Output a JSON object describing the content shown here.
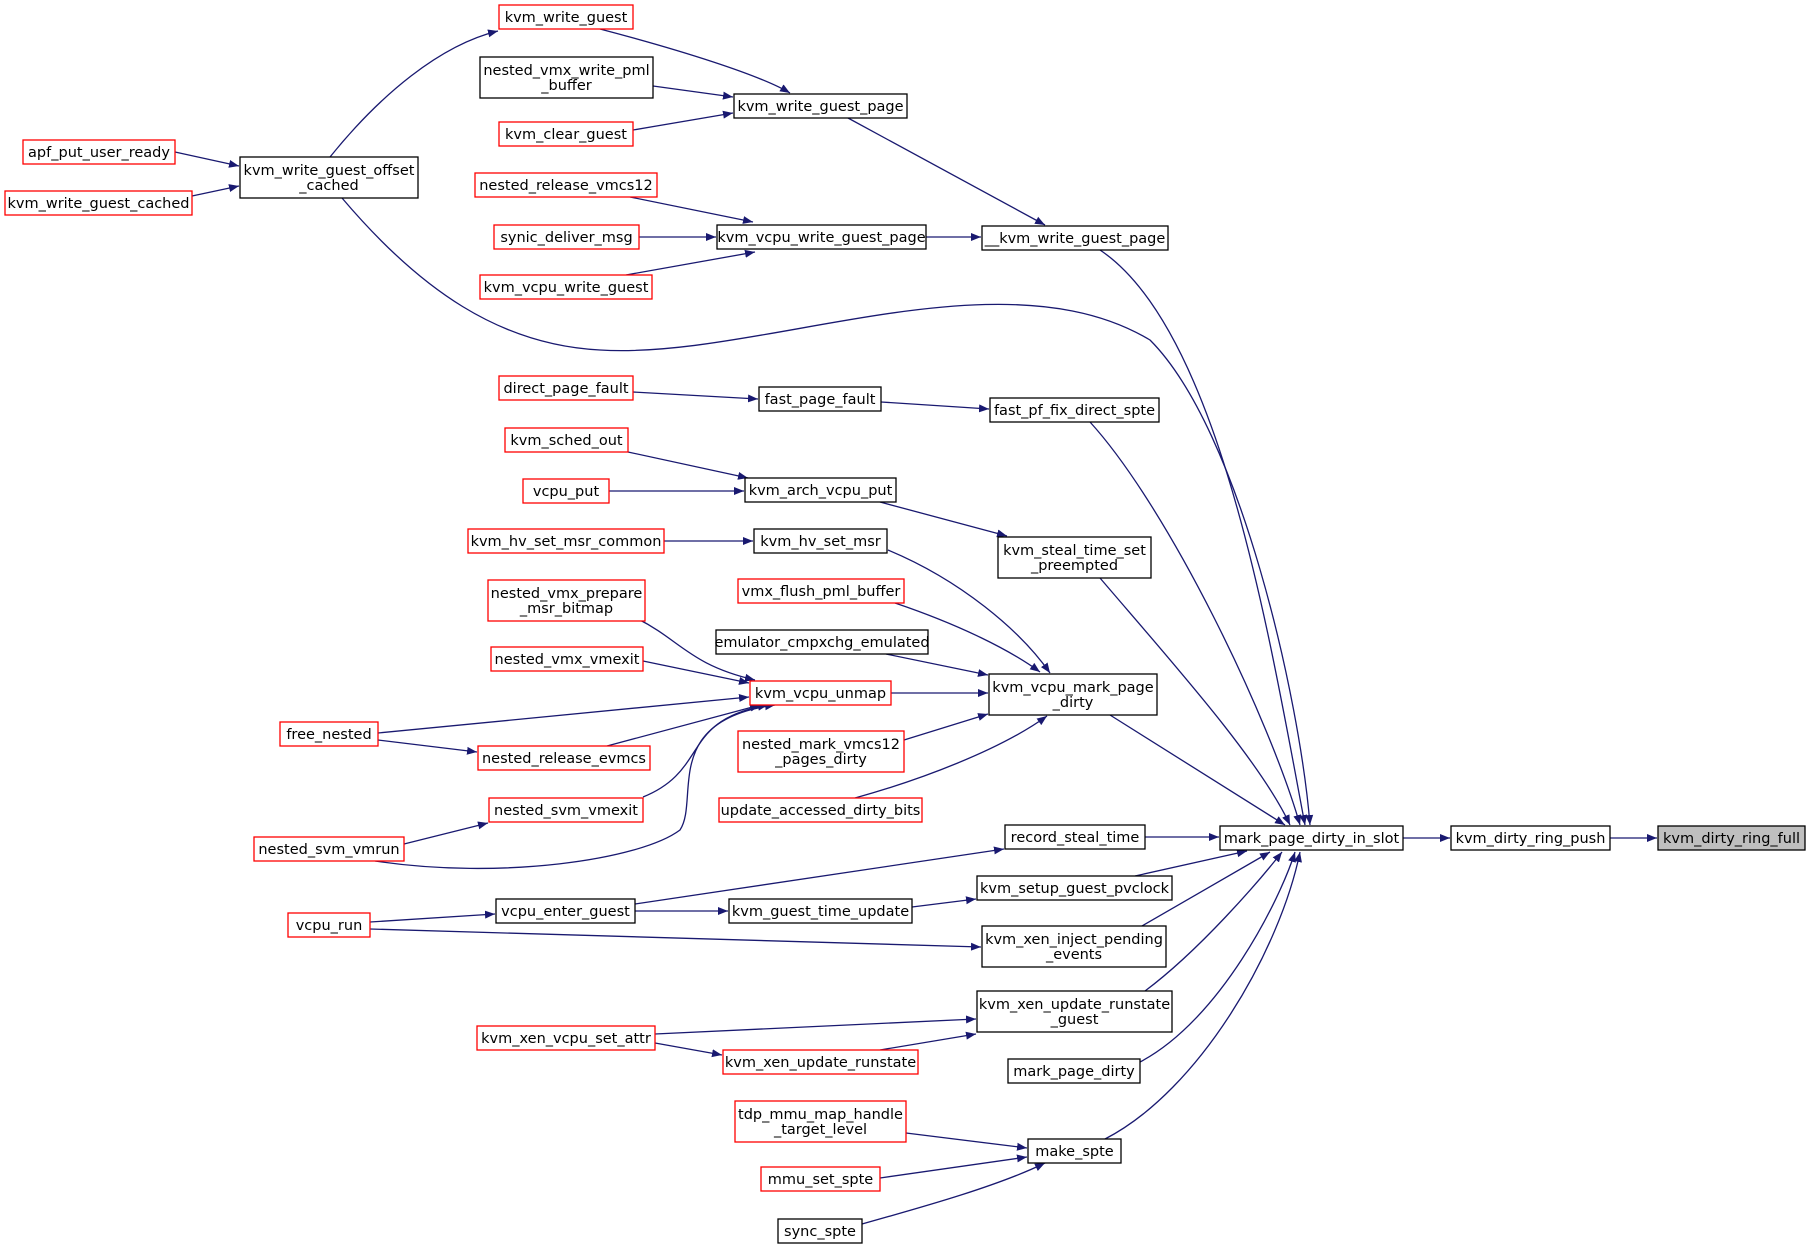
{
  "colors": {
    "edge": "#191970",
    "border_documented": "#000000",
    "border_undocumented": "#ff0000",
    "focus_fill": "#bfbfbf",
    "node_fill": "#ffffff"
  },
  "nodes": [
    {
      "id": "kvm_dirty_ring_full",
      "lines": [
        "kvm_dirty_ring_full"
      ],
      "style": "focus"
    },
    {
      "id": "kvm_dirty_ring_push",
      "lines": [
        "kvm_dirty_ring_push"
      ],
      "style": "black"
    },
    {
      "id": "mark_page_dirty_in_slot",
      "lines": [
        "mark_page_dirty_in_slot"
      ],
      "style": "black"
    },
    {
      "id": "__kvm_write_guest_page",
      "lines": [
        "__kvm_write_guest_page"
      ],
      "style": "black"
    },
    {
      "id": "kvm_write_guest_page",
      "lines": [
        "kvm_write_guest_page"
      ],
      "style": "black"
    },
    {
      "id": "kvm_write_guest",
      "lines": [
        "kvm_write_guest"
      ],
      "style": "red"
    },
    {
      "id": "nested_vmx_write_pml_buffer",
      "lines": [
        "nested_vmx_write_pml",
        "_buffer"
      ],
      "style": "black"
    },
    {
      "id": "kvm_clear_guest",
      "lines": [
        "kvm_clear_guest"
      ],
      "style": "red"
    },
    {
      "id": "kvm_vcpu_write_guest_page",
      "lines": [
        "kvm_vcpu_write_guest_page"
      ],
      "style": "black"
    },
    {
      "id": "nested_release_vmcs12",
      "lines": [
        "nested_release_vmcs12"
      ],
      "style": "red"
    },
    {
      "id": "synic_deliver_msg",
      "lines": [
        "synic_deliver_msg"
      ],
      "style": "red"
    },
    {
      "id": "kvm_vcpu_write_guest",
      "lines": [
        "kvm_vcpu_write_guest"
      ],
      "style": "red"
    },
    {
      "id": "kvm_write_guest_offset_cached",
      "lines": [
        "kvm_write_guest_offset",
        "_cached"
      ],
      "style": "black"
    },
    {
      "id": "apf_put_user_ready",
      "lines": [
        "apf_put_user_ready"
      ],
      "style": "red"
    },
    {
      "id": "kvm_write_guest_cached",
      "lines": [
        "kvm_write_guest_cached"
      ],
      "style": "red"
    },
    {
      "id": "fast_pf_fix_direct_spte",
      "lines": [
        "fast_pf_fix_direct_spte"
      ],
      "style": "black"
    },
    {
      "id": "fast_page_fault",
      "lines": [
        "fast_page_fault"
      ],
      "style": "black"
    },
    {
      "id": "direct_page_fault",
      "lines": [
        "direct_page_fault"
      ],
      "style": "red"
    },
    {
      "id": "kvm_steal_time_set_preempted",
      "lines": [
        "kvm_steal_time_set",
        "_preempted"
      ],
      "style": "black"
    },
    {
      "id": "kvm_arch_vcpu_put",
      "lines": [
        "kvm_arch_vcpu_put"
      ],
      "style": "black"
    },
    {
      "id": "kvm_sched_out",
      "lines": [
        "kvm_sched_out"
      ],
      "style": "red"
    },
    {
      "id": "vcpu_put",
      "lines": [
        "vcpu_put"
      ],
      "style": "red"
    },
    {
      "id": "kvm_vcpu_mark_page_dirty",
      "lines": [
        "kvm_vcpu_mark_page",
        "_dirty"
      ],
      "style": "black"
    },
    {
      "id": "kvm_hv_set_msr",
      "lines": [
        "kvm_hv_set_msr"
      ],
      "style": "black"
    },
    {
      "id": "kvm_hv_set_msr_common",
      "lines": [
        "kvm_hv_set_msr_common"
      ],
      "style": "red"
    },
    {
      "id": "vmx_flush_pml_buffer",
      "lines": [
        "vmx_flush_pml_buffer"
      ],
      "style": "red"
    },
    {
      "id": "emulator_cmpxchg_emulated",
      "lines": [
        "emulator_cmpxchg_emulated"
      ],
      "style": "black"
    },
    {
      "id": "kvm_vcpu_unmap",
      "lines": [
        "kvm_vcpu_unmap"
      ],
      "style": "red"
    },
    {
      "id": "nested_vmx_prepare_msr_bitmap",
      "lines": [
        "nested_vmx_prepare",
        "_msr_bitmap"
      ],
      "style": "red"
    },
    {
      "id": "nested_vmx_vmexit",
      "lines": [
        "nested_vmx_vmexit"
      ],
      "style": "red"
    },
    {
      "id": "free_nested",
      "lines": [
        "free_nested"
      ],
      "style": "red"
    },
    {
      "id": "nested_release_evmcs",
      "lines": [
        "nested_release_evmcs"
      ],
      "style": "red"
    },
    {
      "id": "nested_svm_vmexit",
      "lines": [
        "nested_svm_vmexit"
      ],
      "style": "red"
    },
    {
      "id": "nested_svm_vmrun",
      "lines": [
        "nested_svm_vmrun"
      ],
      "style": "red"
    },
    {
      "id": "nested_mark_vmcs12_pages_dirty",
      "lines": [
        "nested_mark_vmcs12",
        "_pages_dirty"
      ],
      "style": "red"
    },
    {
      "id": "update_accessed_dirty_bits",
      "lines": [
        "update_accessed_dirty_bits"
      ],
      "style": "red"
    },
    {
      "id": "record_steal_time",
      "lines": [
        "record_steal_time"
      ],
      "style": "black"
    },
    {
      "id": "vcpu_enter_guest",
      "lines": [
        "vcpu_enter_guest"
      ],
      "style": "black"
    },
    {
      "id": "vcpu_run",
      "lines": [
        "vcpu_run"
      ],
      "style": "red"
    },
    {
      "id": "kvm_setup_guest_pvclock",
      "lines": [
        "kvm_setup_guest_pvclock"
      ],
      "style": "black"
    },
    {
      "id": "kvm_guest_time_update",
      "lines": [
        "kvm_guest_time_update"
      ],
      "style": "black"
    },
    {
      "id": "kvm_xen_inject_pending_events",
      "lines": [
        "kvm_xen_inject_pending",
        "_events"
      ],
      "style": "black"
    },
    {
      "id": "kvm_xen_update_runstate_guest",
      "lines": [
        "kvm_xen_update_runstate",
        "_guest"
      ],
      "style": "black"
    },
    {
      "id": "kvm_xen_vcpu_set_attr",
      "lines": [
        "kvm_xen_vcpu_set_attr"
      ],
      "style": "red"
    },
    {
      "id": "kvm_xen_update_runstate",
      "lines": [
        "kvm_xen_update_runstate"
      ],
      "style": "red"
    },
    {
      "id": "mark_page_dirty",
      "lines": [
        "mark_page_dirty"
      ],
      "style": "black"
    },
    {
      "id": "make_spte",
      "lines": [
        "make_spte"
      ],
      "style": "black"
    },
    {
      "id": "tdp_mmu_map_handle_target_level",
      "lines": [
        "tdp_mmu_map_handle",
        "_target_level"
      ],
      "style": "red"
    },
    {
      "id": "mmu_set_spte",
      "lines": [
        "mmu_set_spte"
      ],
      "style": "red"
    },
    {
      "id": "sync_spte",
      "lines": [
        "sync_spte"
      ],
      "style": "black"
    }
  ],
  "edges": [
    {
      "from": "kvm_dirty_ring_push",
      "to": "kvm_dirty_ring_full"
    },
    {
      "from": "mark_page_dirty_in_slot",
      "to": "kvm_dirty_ring_push"
    },
    {
      "from": "__kvm_write_guest_page",
      "to": "mark_page_dirty_in_slot"
    },
    {
      "from": "kvm_write_guest_page",
      "to": "__kvm_write_guest_page"
    },
    {
      "from": "kvm_write_guest",
      "to": "kvm_write_guest_page"
    },
    {
      "from": "nested_vmx_write_pml_buffer",
      "to": "kvm_write_guest_page"
    },
    {
      "from": "kvm_clear_guest",
      "to": "kvm_write_guest_page"
    },
    {
      "from": "kvm_vcpu_write_guest_page",
      "to": "__kvm_write_guest_page"
    },
    {
      "from": "nested_release_vmcs12",
      "to": "kvm_vcpu_write_guest_page"
    },
    {
      "from": "synic_deliver_msg",
      "to": "kvm_vcpu_write_guest_page"
    },
    {
      "from": "kvm_vcpu_write_guest",
      "to": "kvm_vcpu_write_guest_page"
    },
    {
      "from": "kvm_write_guest_offset_cached",
      "to": "kvm_write_guest"
    },
    {
      "from": "kvm_write_guest_offset_cached",
      "to": "mark_page_dirty_in_slot"
    },
    {
      "from": "apf_put_user_ready",
      "to": "kvm_write_guest_offset_cached"
    },
    {
      "from": "kvm_write_guest_cached",
      "to": "kvm_write_guest_offset_cached"
    },
    {
      "from": "fast_pf_fix_direct_spte",
      "to": "mark_page_dirty_in_slot"
    },
    {
      "from": "fast_page_fault",
      "to": "fast_pf_fix_direct_spte"
    },
    {
      "from": "direct_page_fault",
      "to": "fast_page_fault"
    },
    {
      "from": "kvm_steal_time_set_preempted",
      "to": "mark_page_dirty_in_slot"
    },
    {
      "from": "kvm_arch_vcpu_put",
      "to": "kvm_steal_time_set_preempted"
    },
    {
      "from": "kvm_sched_out",
      "to": "kvm_arch_vcpu_put"
    },
    {
      "from": "vcpu_put",
      "to": "kvm_arch_vcpu_put"
    },
    {
      "from": "kvm_vcpu_mark_page_dirty",
      "to": "mark_page_dirty_in_slot"
    },
    {
      "from": "kvm_hv_set_msr",
      "to": "kvm_vcpu_mark_page_dirty"
    },
    {
      "from": "kvm_hv_set_msr_common",
      "to": "kvm_hv_set_msr"
    },
    {
      "from": "vmx_flush_pml_buffer",
      "to": "kvm_vcpu_mark_page_dirty"
    },
    {
      "from": "emulator_cmpxchg_emulated",
      "to": "kvm_vcpu_mark_page_dirty"
    },
    {
      "from": "kvm_vcpu_unmap",
      "to": "kvm_vcpu_mark_page_dirty"
    },
    {
      "from": "nested_vmx_prepare_msr_bitmap",
      "to": "kvm_vcpu_unmap"
    },
    {
      "from": "nested_vmx_vmexit",
      "to": "kvm_vcpu_unmap"
    },
    {
      "from": "free_nested",
      "to": "kvm_vcpu_unmap"
    },
    {
      "from": "free_nested",
      "to": "nested_release_evmcs"
    },
    {
      "from": "nested_release_evmcs",
      "to": "kvm_vcpu_unmap"
    },
    {
      "from": "nested_svm_vmexit",
      "to": "kvm_vcpu_unmap"
    },
    {
      "from": "nested_svm_vmrun",
      "to": "kvm_vcpu_unmap"
    },
    {
      "from": "nested_svm_vmrun",
      "to": "nested_svm_vmexit"
    },
    {
      "from": "nested_mark_vmcs12_pages_dirty",
      "to": "kvm_vcpu_mark_page_dirty"
    },
    {
      "from": "update_accessed_dirty_bits",
      "to": "kvm_vcpu_mark_page_dirty"
    },
    {
      "from": "record_steal_time",
      "to": "mark_page_dirty_in_slot"
    },
    {
      "from": "vcpu_enter_guest",
      "to": "record_steal_time"
    },
    {
      "from": "vcpu_enter_guest",
      "to": "kvm_guest_time_update"
    },
    {
      "from": "vcpu_run",
      "to": "vcpu_enter_guest"
    },
    {
      "from": "vcpu_run",
      "to": "kvm_xen_inject_pending_events"
    },
    {
      "from": "kvm_setup_guest_pvclock",
      "to": "mark_page_dirty_in_slot"
    },
    {
      "from": "kvm_guest_time_update",
      "to": "kvm_setup_guest_pvclock"
    },
    {
      "from": "kvm_xen_inject_pending_events",
      "to": "mark_page_dirty_in_slot"
    },
    {
      "from": "kvm_xen_update_runstate_guest",
      "to": "mark_page_dirty_in_slot"
    },
    {
      "from": "kvm_xen_vcpu_set_attr",
      "to": "kvm_xen_update_runstate_guest"
    },
    {
      "from": "kvm_xen_vcpu_set_attr",
      "to": "kvm_xen_update_runstate"
    },
    {
      "from": "kvm_xen_update_runstate",
      "to": "kvm_xen_update_runstate_guest"
    },
    {
      "from": "mark_page_dirty",
      "to": "mark_page_dirty_in_slot"
    },
    {
      "from": "make_spte",
      "to": "mark_page_dirty_in_slot"
    },
    {
      "from": "tdp_mmu_map_handle_target_level",
      "to": "make_spte"
    },
    {
      "from": "mmu_set_spte",
      "to": "make_spte"
    },
    {
      "from": "sync_spte",
      "to": "make_spte"
    }
  ]
}
